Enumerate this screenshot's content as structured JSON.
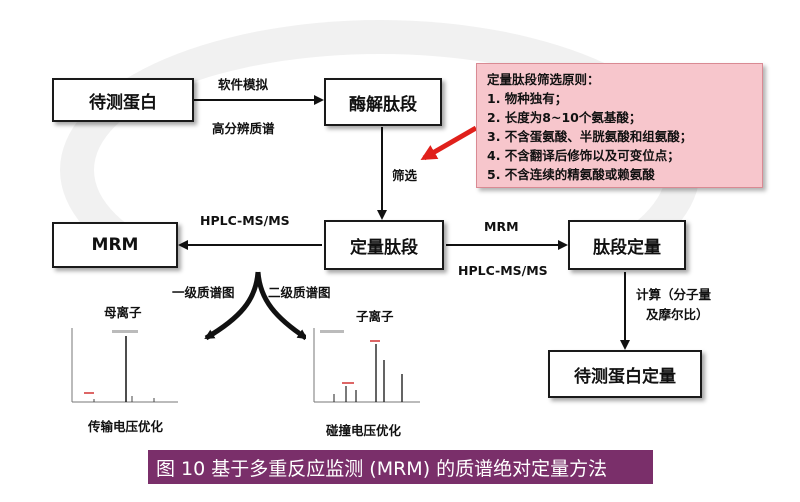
{
  "boxes": {
    "protein": "待测蛋白",
    "digest": "酶解肽段",
    "quant_peptide": "定量肽段",
    "mrm": "MRM",
    "peptide_quant": "肽段定量",
    "protein_quant": "待测蛋白定量"
  },
  "labels": {
    "software_sim": "软件模拟",
    "high_res_ms": "高分辨质谱",
    "screen": "筛选",
    "hplc_left": "HPLC-MS/MS",
    "mrm_right": "MRM",
    "hplc_right": "HPLC-MS/MS",
    "ms1": "一级质谱图",
    "ms2": "二级质谱图",
    "parent_ion": "母离子",
    "child_ion": "子离子",
    "transfer_opt": "传输电压优化",
    "collision_opt": "碰撞电压优化",
    "calc_line1": "计算（分子量",
    "calc_line2": "及摩尔比）"
  },
  "criteria": {
    "title": "定量肽段筛选原则：",
    "items": [
      "1. 物种独有；",
      "2. 长度为8~10个氨基酸；",
      "3. 不含蛋氨酸、半胱氨酸和组氨酸；",
      "4. 不含翻译后修饰以及可变位点；",
      "5. 不含连续的精氨酸或赖氨酸"
    ]
  },
  "caption": "图 10  基于多重反应监测 (MRM) 的质谱绝对定量方法",
  "colors": {
    "note_bg": "#f7c6cc",
    "red_arrow": "#e0201b",
    "caption_bg": "#7a2f6a"
  }
}
